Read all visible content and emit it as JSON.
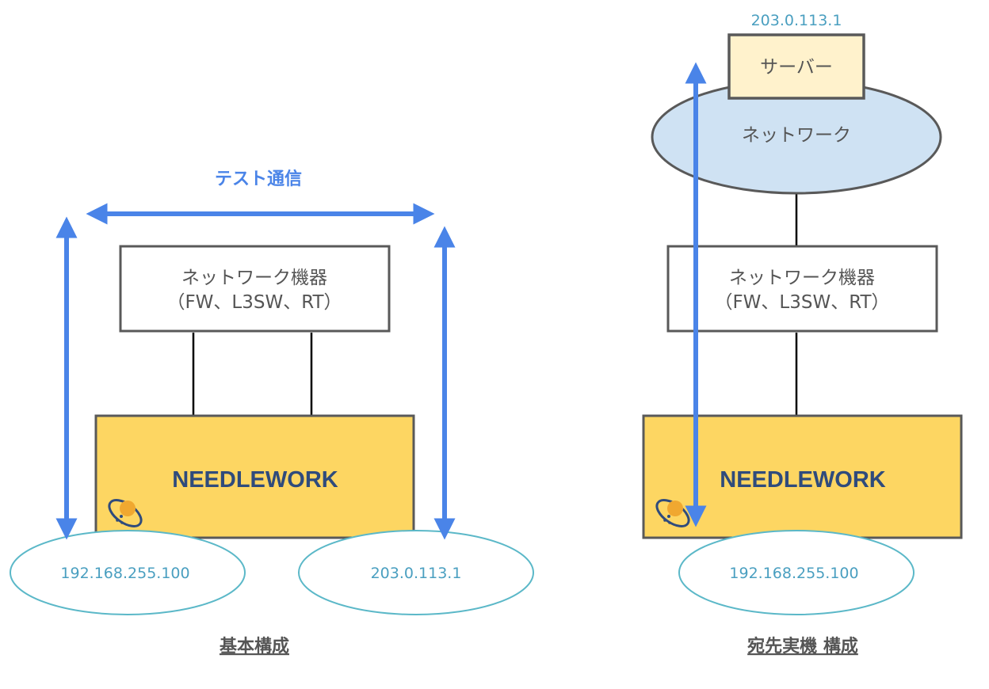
{
  "left": {
    "test_label": "テスト通信",
    "device_line1": "ネットワーク機器",
    "device_line2": "（FW、L3SW、RT）",
    "brand": "NEEDLEWORK",
    "ip_left": "192.168.255.100",
    "ip_right": "203.0.113.1",
    "caption": "基本構成"
  },
  "right": {
    "server_ip": "203.0.113.1",
    "server_label": "サーバー",
    "network_label": "ネットワーク",
    "device_line1": "ネットワーク機器",
    "device_line2": "（FW、L3SW、RT）",
    "brand": "NEEDLEWORK",
    "ip": "192.168.255.100",
    "caption": "宛先実機 構成"
  },
  "colors": {
    "arrow": "#4a84e8",
    "needlework_fill": "#fdd662",
    "server_fill": "#fff2cc",
    "network_fill": "#cfe2f3",
    "ip_ellipse_stroke": "#5bb8c8",
    "box_stroke": "#595959"
  },
  "icons": [
    "needlework-logo-icon"
  ]
}
